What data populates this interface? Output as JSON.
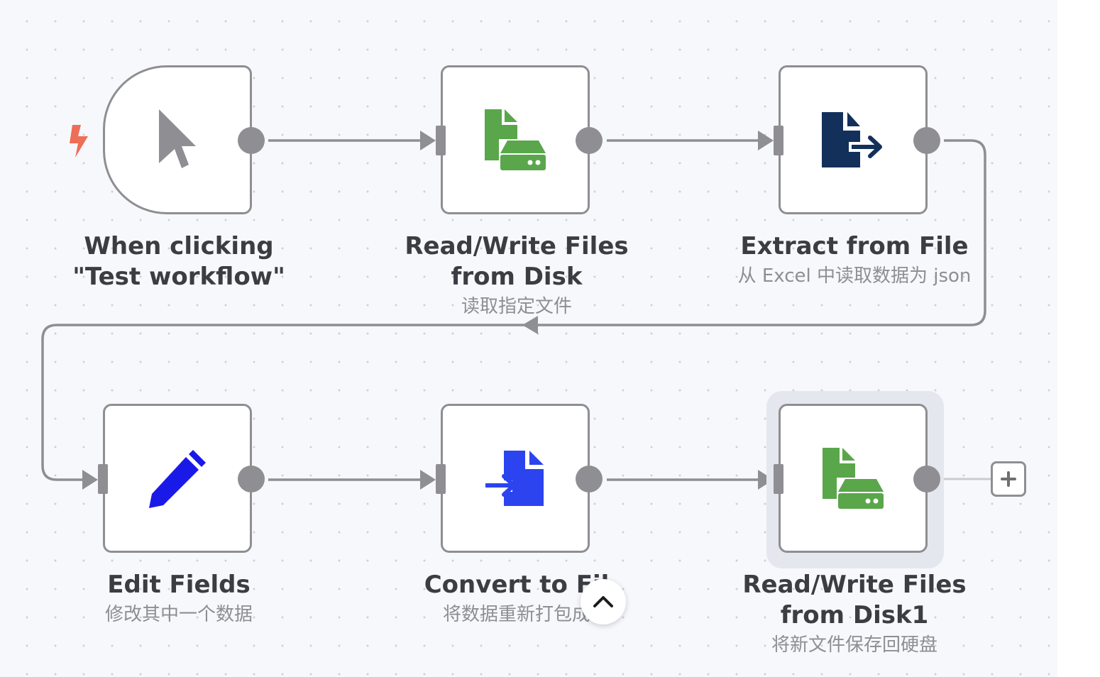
{
  "workflow": {
    "nodes": [
      {
        "id": "trigger",
        "title": "When clicking \"Test workflow\"",
        "subtitle": "",
        "icon": "cursor-icon"
      },
      {
        "id": "read1",
        "title": "Read/Write Files from Disk",
        "subtitle": "读取指定文件",
        "icon": "file-disk-icon"
      },
      {
        "id": "extract",
        "title": "Extract from File",
        "subtitle": "从 Excel 中读取数据为 json",
        "icon": "file-export-icon"
      },
      {
        "id": "edit",
        "title": "Edit Fields",
        "subtitle": "修改其中一个数据",
        "icon": "pencil-icon"
      },
      {
        "id": "convert",
        "title": "Convert to Fil",
        "subtitle": "将数据重新打包成",
        "icon": "file-import-icon"
      },
      {
        "id": "write1",
        "title": "Read/Write Files from Disk1",
        "subtitle": "将新文件保存回硬盘",
        "icon": "file-disk-icon"
      }
    ],
    "trigger_badge_icon": "lightning-bolt-icon",
    "add_node_icon": "plus-icon",
    "collapse_icon": "chevron-up-icon"
  },
  "colors": {
    "canvas": "#f7f8fb",
    "node_border": "#8e8e93",
    "bolt": "#ee6e56",
    "file_green": "#5aa64b",
    "file_navy": "#12305a",
    "pencil_blue": "#1a1ae8",
    "convert_blue": "#2c44f0"
  }
}
